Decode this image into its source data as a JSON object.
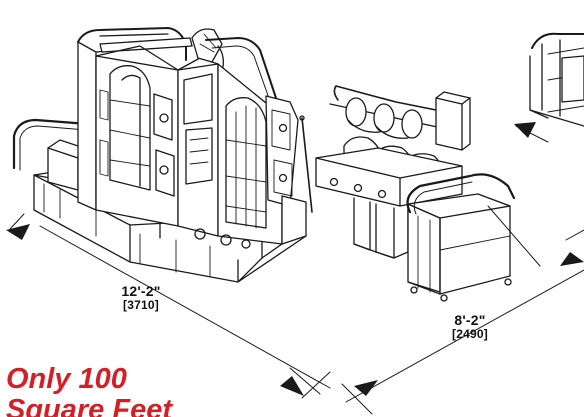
{
  "dimensions": {
    "length": {
      "imperial": "12'-2\"",
      "metric": "[3710]"
    },
    "width": {
      "imperial": "8'-2\"",
      "metric": "[2490]"
    }
  },
  "promo": {
    "line1": "Only 100",
    "line2": "Square Feet"
  },
  "colors": {
    "promo_text": "#d41f26",
    "line_art": "#1a1a1a",
    "background": "#ffffff"
  }
}
